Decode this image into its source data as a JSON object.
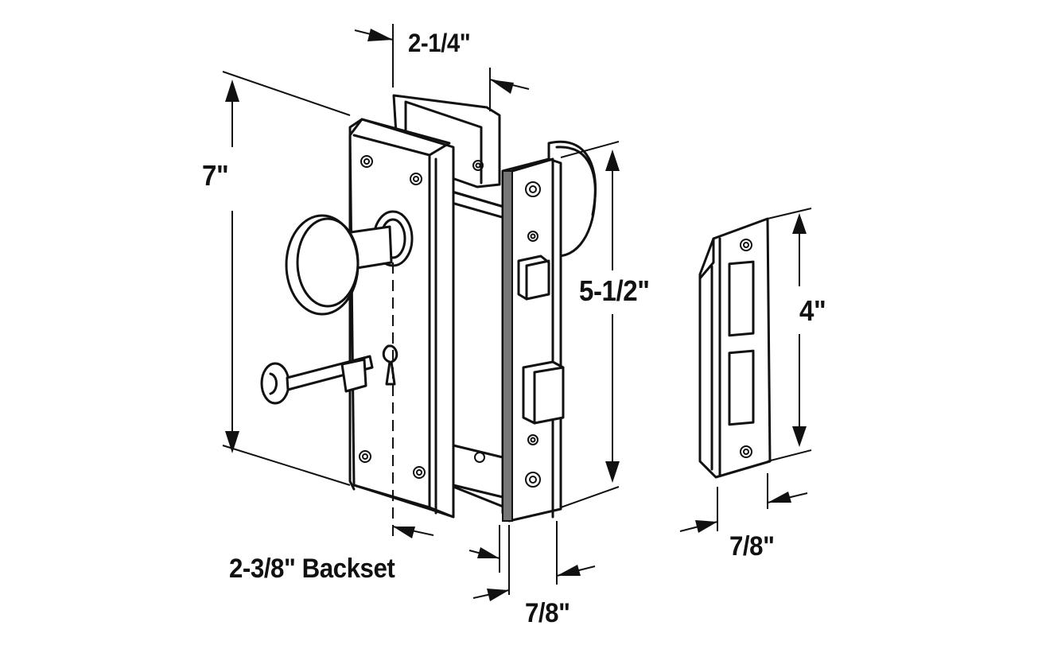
{
  "diagram": {
    "subject": "Mortise lock set with knob, skeleton key and strike plate",
    "dimensions": {
      "body_depth": "2-1/4\"",
      "faceplate_height": "7\"",
      "lock_faceplate_height": "5-1/2\"",
      "strike_height": "4\"",
      "backset": "2-3/8\" Backset",
      "lock_faceplate_width": "7/8\"",
      "strike_width": "7/8\""
    },
    "parts": [
      "escutcheon-plate",
      "knob",
      "skeleton-key",
      "mortise-lock-body",
      "lock-faceplate",
      "latch-bolt",
      "dead-bolt",
      "strike-plate"
    ],
    "colors": {
      "line": "#111111",
      "background": "#ffffff"
    }
  }
}
